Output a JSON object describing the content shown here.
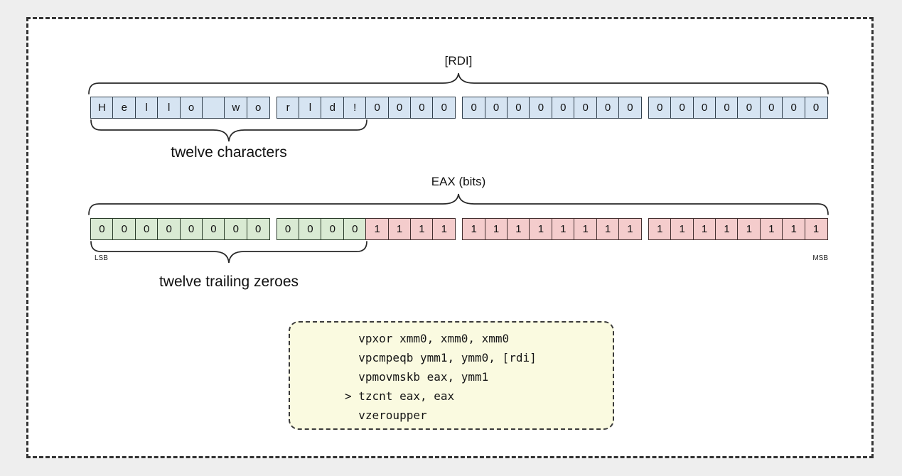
{
  "colors": {
    "byte_fill": "#d6e4f2",
    "bit_zero_fill": "#d9ead3",
    "bit_one_fill": "#f4cccc",
    "code_bg": "#fafae0"
  },
  "rdi": {
    "label": "[RDI]",
    "brace_label": "twelve characters",
    "groups": [
      [
        "H",
        "e",
        "l",
        "l",
        "o",
        " ",
        "w",
        "o"
      ],
      [
        "r",
        "l",
        "d",
        "!",
        "0",
        "0",
        "0",
        "0"
      ],
      [
        "0",
        "0",
        "0",
        "0",
        "0",
        "0",
        "0",
        "0"
      ],
      [
        "0",
        "0",
        "0",
        "0",
        "0",
        "0",
        "0",
        "0"
      ]
    ]
  },
  "eax": {
    "label": "EAX (bits)",
    "brace_label": "twelve trailing zeroes",
    "lsb_label": "LSB",
    "msb_label": "MSB",
    "groups": [
      [
        "0",
        "0",
        "0",
        "0",
        "0",
        "0",
        "0",
        "0"
      ],
      [
        "0",
        "0",
        "0",
        "0",
        "1",
        "1",
        "1",
        "1"
      ],
      [
        "1",
        "1",
        "1",
        "1",
        "1",
        "1",
        "1",
        "1"
      ],
      [
        "1",
        "1",
        "1",
        "1",
        "1",
        "1",
        "1",
        "1"
      ]
    ]
  },
  "code": {
    "lines": [
      "  vpxor xmm0, xmm0, xmm0",
      "  vpcmpeqb ymm1, ymm0, [rdi]",
      "  vpmovmskb eax, ymm1",
      "> tzcnt eax, eax",
      "  vzeroupper"
    ]
  }
}
